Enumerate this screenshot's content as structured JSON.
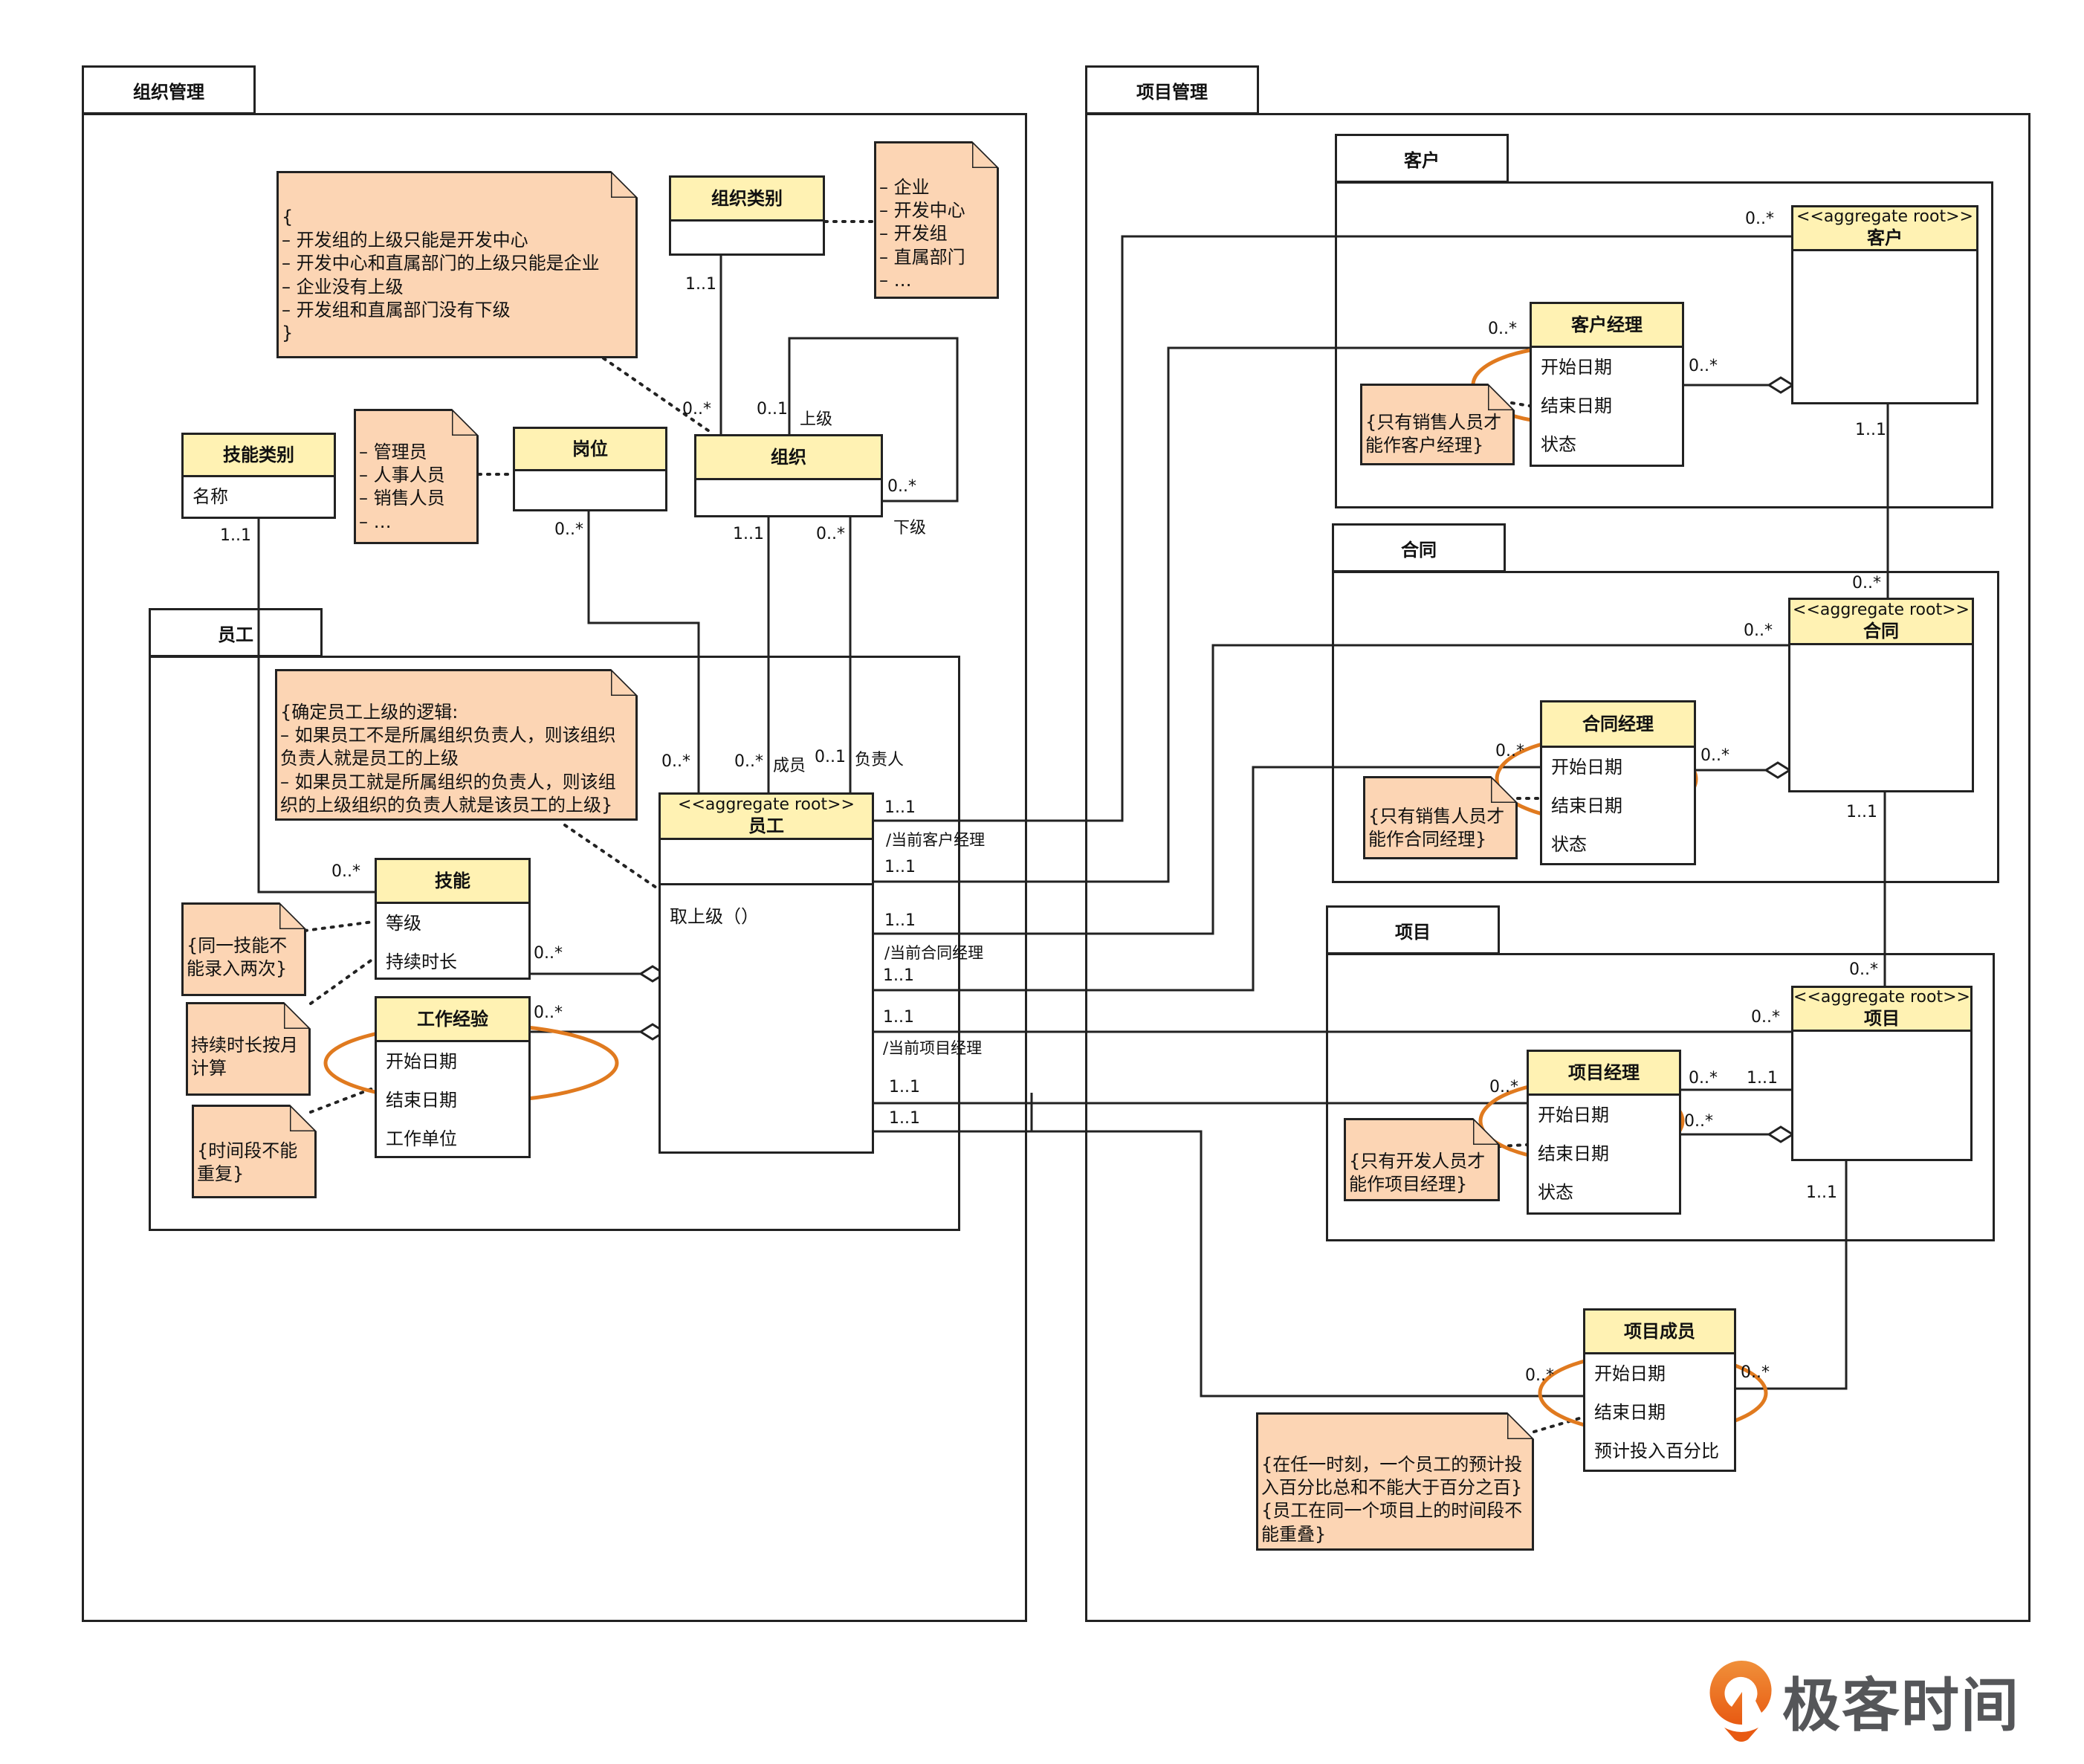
{
  "packages": {
    "org": {
      "title": "组织管理"
    },
    "proj": {
      "title": "项目管理"
    },
    "employee": {
      "title": "员工"
    },
    "customer": {
      "title": "客户"
    },
    "contract": {
      "title": "合同"
    },
    "project": {
      "title": "项目"
    }
  },
  "classes": {
    "org_type": {
      "name": "组织类别",
      "attrs": []
    },
    "org": {
      "name": "组织",
      "attrs": []
    },
    "skill_type": {
      "name": "技能类别",
      "attrs": [
        "名称"
      ]
    },
    "position": {
      "name": "岗位",
      "attrs": []
    },
    "employee": {
      "stereotype": "<<aggregate root>>",
      "name": "员工",
      "ops": [
        "取上级（）"
      ]
    },
    "skill": {
      "name": "技能",
      "attrs": [
        "等级",
        "持续时长"
      ]
    },
    "work_exp": {
      "name": "工作经验",
      "attrs": [
        "开始日期",
        "结束日期",
        "工作单位"
      ]
    },
    "customer": {
      "stereotype": "<<aggregate root>>",
      "name": "客户"
    },
    "customer_mgr": {
      "name": "客户经理",
      "attrs": [
        "开始日期",
        "结束日期",
        "状态"
      ]
    },
    "contract": {
      "stereotype": "<<aggregate root>>",
      "name": "合同"
    },
    "contract_mgr": {
      "name": "合同经理",
      "attrs": [
        "开始日期",
        "结束日期",
        "状态"
      ]
    },
    "project": {
      "stereotype": "<<aggregate root>>",
      "name": "项目"
    },
    "project_mgr": {
      "name": "项目经理",
      "attrs": [
        "开始日期",
        "结束日期",
        "状态"
      ]
    },
    "project_member": {
      "name": "项目成员",
      "attrs": [
        "开始日期",
        "结束日期",
        "预计投入百分比"
      ]
    }
  },
  "notes": {
    "org_rules": "{\n– 开发组的上级只能是开发中心\n– 开发中心和直属部门的上级只能是企业\n– 企业没有上级\n– 开发组和直属部门没有下级\n}",
    "org_types": "– 企业\n– 开发中心\n– 开发组\n– 直属部门\n– …",
    "positions": "– 管理员\n– 人事人员\n– 销售人员\n– …",
    "superior_logic": "{确定员工上级的逻辑:\n– 如果员工不是所属组织负责人，则该组织负责人就是员工的上级\n– 如果员工就是所属组织的负责人，则该组织的上级组织的负责人就是该员工的上级}",
    "skill_unique": "{同一技能不能录入两次}",
    "duration_month": "持续时长按月计算",
    "no_overlap": "{时间段不能重复}",
    "customer_mgr_rule": "{只有销售人员才能作客户经理}",
    "contract_mgr_rule": "{只有销售人员才能作合同经理}",
    "project_mgr_rule": "{只有开发人员才能作项目经理}",
    "member_rule": "{在任一时刻，一个员工的预计投入百分比总和不能大于百分之百}\n{员工在同一个项目上的时间段不能重叠}"
  },
  "labels": {
    "orgtype_1_1": "1..1",
    "org_0_star_type": "0..*",
    "org_0_1": "0..1",
    "superior": "上级",
    "org_0_star_self": "0..*",
    "subordinate": "下级",
    "org_1_1": "1..1",
    "org_0_star_b": "0..*",
    "skilltype_1_1": "1..1",
    "position_0_star": "0..*",
    "emp_0_star_pos": "0..*",
    "emp_0_star_member": "0..*",
    "member": "成员",
    "emp_0_1": "0..1",
    "leader": "负责人",
    "skill_0_star_type": "0..*",
    "skill_0_star": "0..*",
    "workexp_0_star": "0..*",
    "emp_1_1_a": "1..1",
    "cur_customer_mgr": "/当前客户经理",
    "emp_1_1_b": "1..1",
    "emp_1_1_c": "1..1",
    "cur_contract_mgr": "/当前合同经理",
    "emp_1_1_d": "1..1",
    "emp_1_1_e": "1..1",
    "cur_project_mgr": "/当前项目经理",
    "emp_1_1_f": "1..1",
    "emp_1_1_g": "1..1",
    "cust_0_star": "0..*",
    "custmgr_0_star_l": "0..*",
    "custmgr_0_star_r": "0..*",
    "cust_1_1": "1..1",
    "contract_0_star_top": "0..*",
    "contract_0_star_l": "0..*",
    "contractmgr_0_star_l": "0..*",
    "contractmgr_0_star_r": "0..*",
    "contract_1_1": "1..1",
    "project_0_star_top": "0..*",
    "project_0_star_l": "0..*",
    "projmgr_0_star_l": "0..*",
    "projmgr_0_star_r": "0..*",
    "projmgr_1_1": "1..1",
    "projmgr_0_star_agg": "0..*",
    "project_1_1": "1..1",
    "member_0_star_l": "0..*",
    "member_0_star_r": "0..*"
  },
  "logo": {
    "text": "极客时间"
  },
  "colors": {
    "class_header": "#fff2b3",
    "note": "#fcd5b4",
    "highlight_ellipse": "#e07a1f",
    "logo_text": "#555659",
    "logo_orange": "#ec6a1c"
  }
}
